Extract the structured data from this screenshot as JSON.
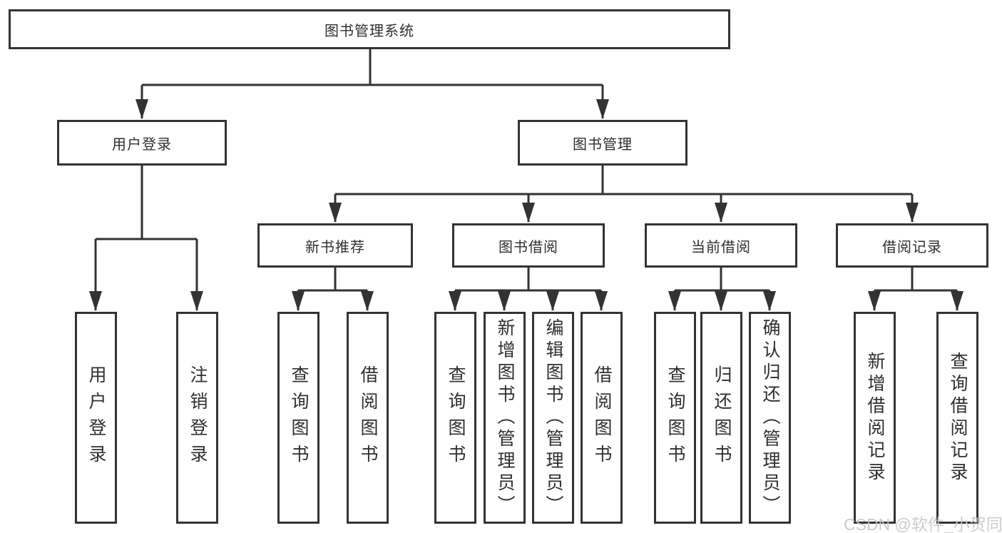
{
  "tree": {
    "root": {
      "label": "图书管理系统"
    },
    "level2": [
      {
        "id": "user-login",
        "label": "用户登录"
      },
      {
        "id": "book-management",
        "label": "图书管理"
      }
    ],
    "level3": [
      {
        "id": "new-book-recommend",
        "label": "新书推荐",
        "parent": "图书管理"
      },
      {
        "id": "book-borrowing",
        "label": "图书借阅",
        "parent": "图书管理"
      },
      {
        "id": "current-borrowing",
        "label": "当前借阅",
        "parent": "图书管理"
      },
      {
        "id": "borrowing-records",
        "label": "借阅记录",
        "parent": "图书管理"
      }
    ],
    "leaves": [
      {
        "parent": "用户登录",
        "label": "用户登录"
      },
      {
        "parent": "用户登录",
        "label": "注销登录"
      },
      {
        "parent": "新书推荐",
        "label": "查询图书"
      },
      {
        "parent": "新书推荐",
        "label": "借阅图书"
      },
      {
        "parent": "图书借阅",
        "label": "查询图书"
      },
      {
        "parent": "图书借阅",
        "label": "新增图书（管理员）"
      },
      {
        "parent": "图书借阅",
        "label": "编辑图书（管理员）"
      },
      {
        "parent": "图书借阅",
        "label": "借阅图书"
      },
      {
        "parent": "当前借阅",
        "label": "查询图书"
      },
      {
        "parent": "当前借阅",
        "label": "归还图书"
      },
      {
        "parent": "当前借阅",
        "label": "确认归还（管理员）"
      },
      {
        "parent": "借阅记录",
        "label": "新增借阅记录"
      },
      {
        "parent": "借阅记录",
        "label": "查询借阅记录"
      }
    ]
  },
  "watermark": {
    "text": "CSDN @软件_小贺同学",
    "color": "#c6c6c6"
  },
  "colors": {
    "line": "#333333",
    "box_border": "#333333",
    "box_fill": "#ffffff",
    "text": "#2f2f2f",
    "background": "#ffffff"
  }
}
